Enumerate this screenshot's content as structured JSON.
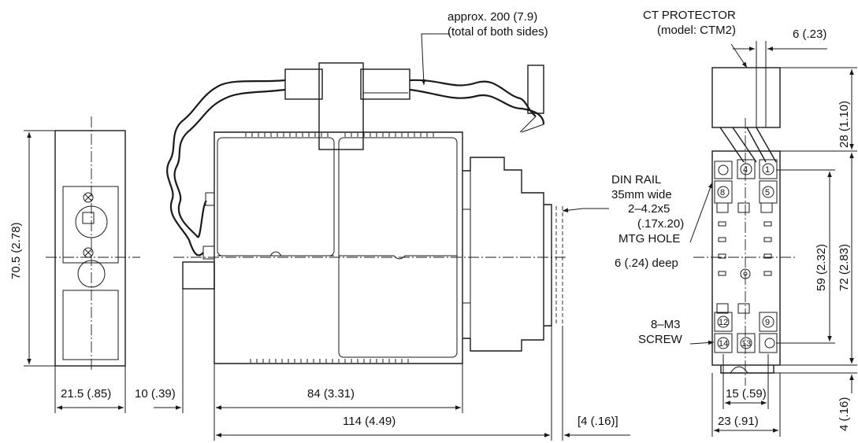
{
  "labels": {
    "approx_line1": "approx. 200 (7.9)",
    "approx_line2": "(total of both sides)",
    "ct_line1": "CT PROTECTOR",
    "ct_line2": "(model: CTM2)",
    "din_line1": "DIN RAIL",
    "din_line2": "35mm wide",
    "hole_line1": "2–4.2x5",
    "hole_line2": "(.17x.20)",
    "hole_line3": "MTG HOLE",
    "hole_line4": "6 (.24) deep",
    "screw_line1": "8–M3",
    "screw_line2": "SCREW"
  },
  "dimensions": {
    "height_left": "70.5 (2.78)",
    "width_left": "21.5 (.85)",
    "offset_10": "10 (.39)",
    "width_84": "84 (3.31)",
    "width_114": "114 (4.49)",
    "bracket_4": "[4 (.16)]",
    "ct_6": "6 (.23)",
    "ct_28": "28 (1.10)",
    "height_72": "72 (2.83)",
    "pitch_59": "59 (2.32)",
    "width_15": "15 (.59)",
    "width_23": "23 (.91)",
    "bottom_4": "4 (.16)"
  },
  "terminals": {
    "t1": "1",
    "t4": "4",
    "t5": "5",
    "t8": "8",
    "t9": "9",
    "t12": "12",
    "t13": "13",
    "t14": "14"
  }
}
